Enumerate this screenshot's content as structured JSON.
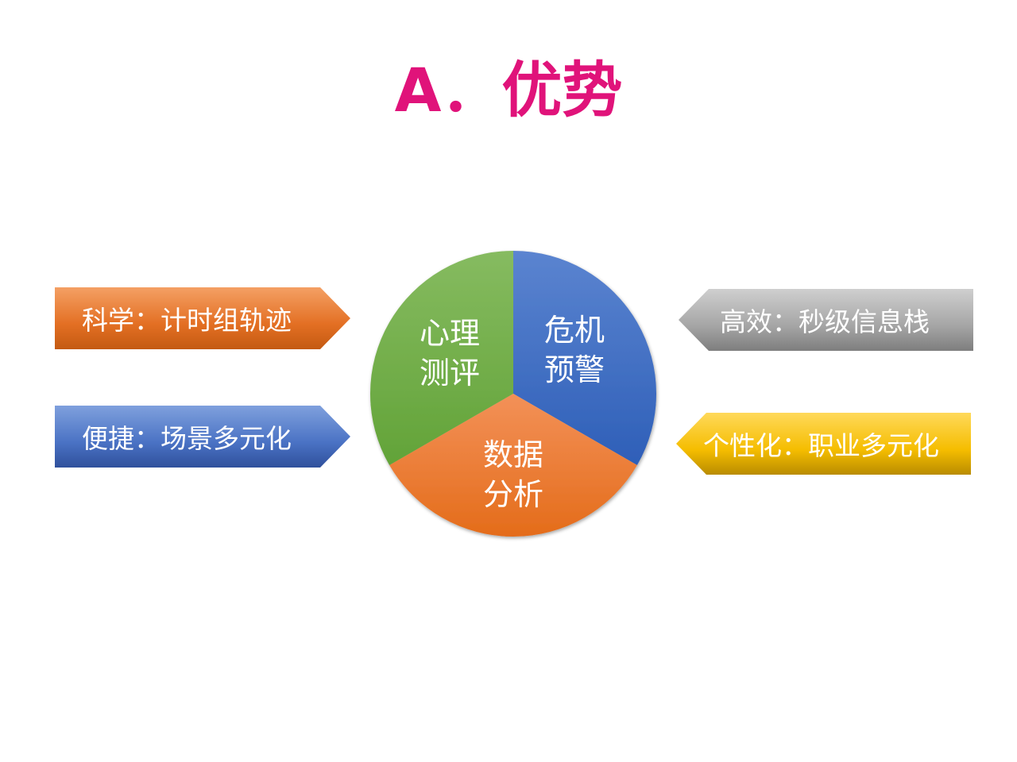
{
  "title": "A．优势",
  "left_items": [
    {
      "label": "科学：计时组轨迹",
      "color": "#e8712a"
    },
    {
      "label": "便捷：场景多元化",
      "color": "#4a72c4"
    }
  ],
  "right_items": [
    {
      "label": "高效：秒级信息栈",
      "color": "#a5a5a5"
    },
    {
      "label": "个性化：职业多元化",
      "color": "#f0b800"
    }
  ],
  "pie": {
    "slices": [
      {
        "line1": "危机",
        "line2": "预警",
        "color": "#4472c4"
      },
      {
        "line1": "数据",
        "line2": "分析",
        "color": "#ed7d31"
      },
      {
        "line1": "心理",
        "line2": "测评",
        "color": "#70ad47"
      }
    ]
  }
}
